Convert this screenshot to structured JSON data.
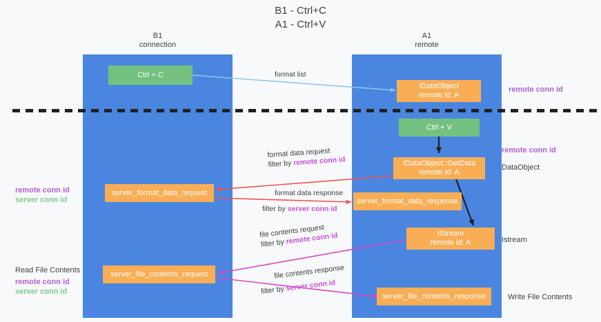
{
  "title": {
    "line1": "B1 - Ctrl+C",
    "line2": "A1 - Ctrl+V"
  },
  "lanes": [
    {
      "id": "b1",
      "name": "B1",
      "sub": "connection"
    },
    {
      "id": "a1",
      "name": "A1",
      "sub": "remote"
    }
  ],
  "nodes": {
    "ctrl_c": "Ctrl + C",
    "ctrl_v": "Ctrl + V",
    "dataobject_remote": {
      "line1": "IDataObject",
      "line2": "remote id: A"
    },
    "getdata": {
      "line1": "IDataObject::GetData",
      "line2": "remote id: A"
    },
    "istream": {
      "line1": "IStream",
      "line2": "remote id: A"
    },
    "server_format_data_request": "server_format_data_request",
    "server_format_data_response": "server_format_data_response",
    "server_file_contents_request": "server_file_contents_request",
    "server_file_contents_response": "server_file_contents_response"
  },
  "edge_labels": {
    "format_list": "format list",
    "format_data_request": "format data request",
    "format_data_request_filter_prefix": "filter by ",
    "format_data_request_filter_key": "remote conn id",
    "format_data_response": "format data response",
    "format_data_response_filter_prefix": "filter by ",
    "format_data_response_filter_key": "server conn id",
    "file_contents_request": "file contents request",
    "file_contents_request_filter_prefix": "filter by ",
    "file_contents_request_filter_key": "remote conn id",
    "file_contents_response": "file contents response",
    "file_contents_response_filter_prefix": "filter by ",
    "file_contents_response_filter_key": "server conn id"
  },
  "side_labels": {
    "left_mid_remote": "remote conn id",
    "left_mid_server": "server conn id",
    "left_read_file_contents": "Read File Contents",
    "left_bottom_remote": "remote conn id",
    "left_bottom_server": "server conn id",
    "right_top_remote": "remote conn id",
    "right_mid_remote": "remote conn id",
    "right_dataobject": "DataObject",
    "right_istream": "Istream",
    "right_write_file_contents": "Write File Contents"
  },
  "colors": {
    "lane": "#4a86e0",
    "node_orange": "#f9ad54",
    "node_green": "#74c17f",
    "arrow_blue": "#8ec5ea",
    "arrow_red": "#ef5350",
    "arrow_magenta": "#d846c8",
    "arrow_black": "#202124",
    "accent_remote": "#b35fd4",
    "accent_server": "#7ec98a",
    "background": "#f8f9fa"
  }
}
